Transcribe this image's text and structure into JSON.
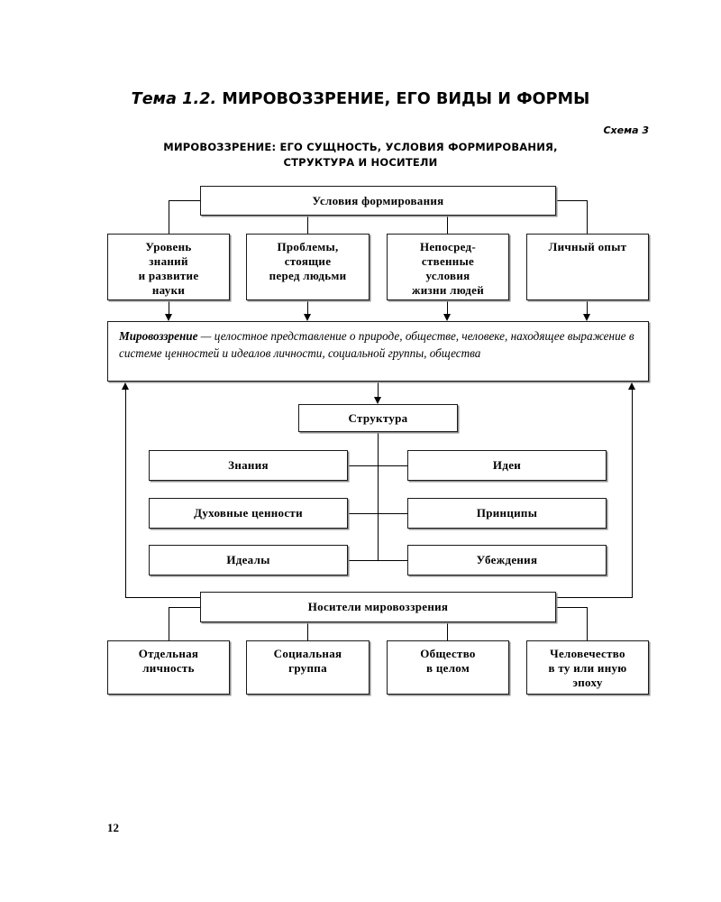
{
  "page": {
    "topic_prefix": "Тема 1.2.",
    "topic_title": " МИРОВОЗЗРЕНИЕ, ЕГО ВИДЫ И ФОРМЫ",
    "scheme_label": "Схема 3",
    "scheme_caption_line1": "МИРОВОЗЗРЕНИЕ: ЕГО СУЩНОСТЬ, УСЛОВИЯ ФОРМИРОВАНИЯ,",
    "scheme_caption_line2": "СТРУКТУРА И НОСИТЕЛИ",
    "page_number": "12"
  },
  "conditions": {
    "header": "Условия формирования",
    "items": [
      {
        "lines": [
          "Уровень",
          "знаний",
          "и развитие",
          "науки"
        ]
      },
      {
        "lines": [
          "Проблемы,",
          "стоящие",
          "перед людьми"
        ]
      },
      {
        "lines": [
          "Непосред-",
          "ственные",
          "условия",
          "жизни людей"
        ]
      },
      {
        "lines": [
          "Личный опыт"
        ]
      }
    ]
  },
  "definition": {
    "term": "Мировоззрение",
    "dash": " — ",
    "text": "целостное представление о природе, обществе, человеке, находящее выражение в системе ценностей и идеалов личности, социальной группы, общества"
  },
  "structure": {
    "header": "Структура",
    "left_items": [
      "Знания",
      "Духовные ценности",
      "Идеалы"
    ],
    "right_items": [
      "Идеи",
      "Принципы",
      "Убеждения"
    ]
  },
  "bearers": {
    "header": "Носители мировоззрения",
    "items": [
      {
        "lines": [
          "Отдельная",
          "личность"
        ]
      },
      {
        "lines": [
          "Социальная",
          "группа"
        ]
      },
      {
        "lines": [
          "Общество",
          "в целом"
        ]
      },
      {
        "lines": [
          "Человечество",
          "в ту или иную",
          "эпоху"
        ]
      }
    ]
  },
  "colors": {
    "ink": "#000000",
    "shadow": "#8e8e8e",
    "paper": "#ffffff"
  }
}
